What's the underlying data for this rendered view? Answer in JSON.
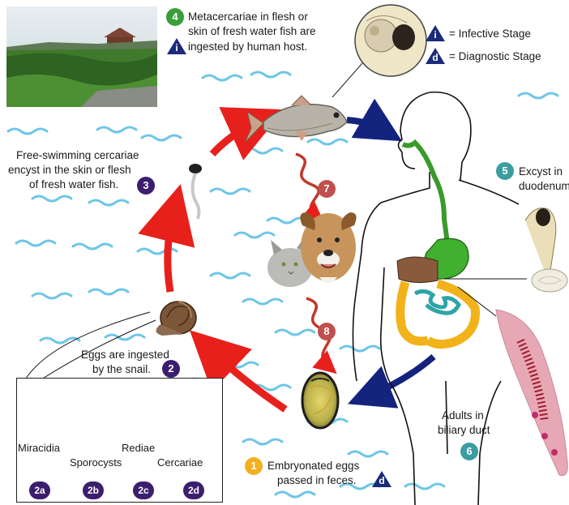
{
  "legend": {
    "infective_symbol": "i",
    "infective_label": "= Infective Stage",
    "diagnostic_symbol": "d",
    "diagnostic_label": "= Diagnostic Stage"
  },
  "steps": {
    "s1": {
      "number": "1",
      "lines": [
        "Embryonated eggs",
        "passed in feces."
      ],
      "stage_symbol": "d"
    },
    "s2": {
      "number": "2",
      "lines": [
        "Eggs are ingested",
        "by the snail."
      ]
    },
    "s3": {
      "number": "3",
      "lines": [
        "Free-swimming cercariae",
        "encyst in the skin or flesh",
        "of fresh water fish."
      ]
    },
    "s4": {
      "number": "4",
      "lines": [
        "Metacercariae in flesh or",
        "skin of fresh water fish are",
        "ingested by human host."
      ],
      "stage_symbol": "i"
    },
    "s5": {
      "number": "5",
      "lines": [
        "Excyst in",
        "duodenum"
      ]
    },
    "s6": {
      "number": "6",
      "lines": [
        "Adults in",
        "biliary duct"
      ]
    },
    "s7": {
      "number": "7"
    },
    "s8": {
      "number": "8"
    }
  },
  "snail_stages": [
    {
      "number": "2a",
      "label": "Miracidia"
    },
    {
      "number": "2b",
      "label": "Sporocysts"
    },
    {
      "number": "2c",
      "label": "Rediae"
    },
    {
      "number": "2d",
      "label": "Cercariae"
    }
  ],
  "colors": {
    "purple_badge": "#3b1e6e",
    "green_badge": "#3a9e3a",
    "teal_badge": "#3b9da0",
    "yellow_badge": "#f2b021",
    "red_badge": "#c0504d",
    "red_arrow": "#e8201c",
    "blue_arrow": "#14237e",
    "water": "#6ec6e6",
    "triangle": "#1b2a7a"
  }
}
